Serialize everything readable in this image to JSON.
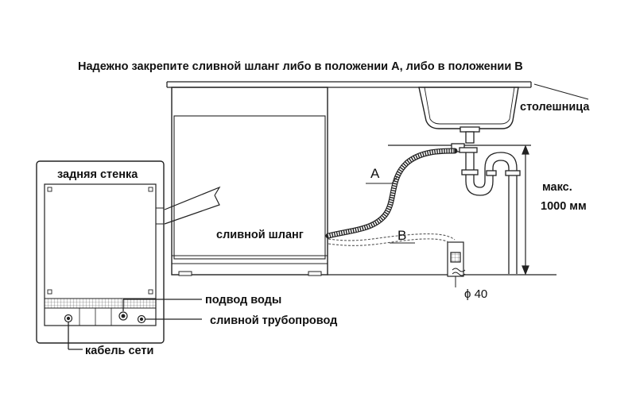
{
  "title": "Надежно закрепите сливной шланг либо в положении А, либо в положении В",
  "labels": {
    "countertop": "столешница",
    "back_wall": "задняя стенка",
    "drain_hose": "сливной шланг",
    "max_height_line1": "макс.",
    "max_height_line2": "1000 мм",
    "position_a": "A",
    "position_b": "B",
    "diameter": "ϕ 40",
    "water_inlet": "подвод воды",
    "drain_pipe": "сливной трубопровод",
    "power_cable": "кабель сети"
  },
  "colors": {
    "line": "#222222",
    "hose_fill": "#ffffff",
    "text": "#111111"
  }
}
